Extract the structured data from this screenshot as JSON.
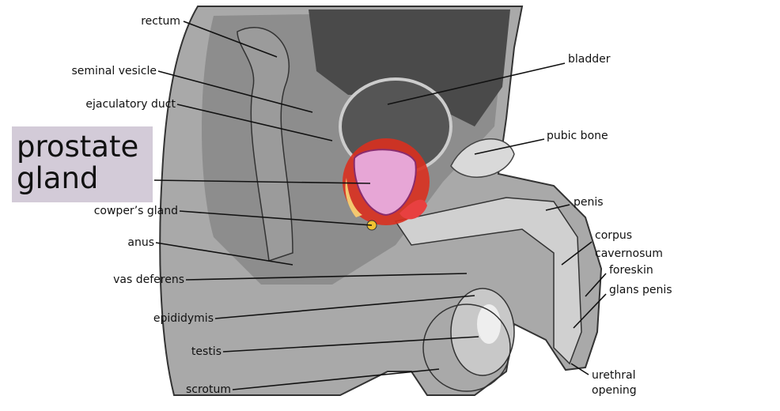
{
  "title_label": {
    "line1": "prostate",
    "line2": "gland"
  },
  "labels_left": {
    "rectum": "rectum",
    "seminal_vesicle": "seminal vesicle",
    "ejaculatory_duct": "ejaculatory duct",
    "cowpers_gland": "cowper’s gland",
    "anus": "anus",
    "vas_deferens": "vas deferens",
    "epididymis": "epididymis",
    "testis": "testis",
    "scrotum": "scrotum"
  },
  "labels_right": {
    "bladder": "bladder",
    "pubic_bone": "pubic bone",
    "penis": "penis",
    "corpus_1": "corpus",
    "corpus_2": "cavernosum",
    "foreskin": "foreskin",
    "glans_penis": "glans penis",
    "urethral_1": "urethral",
    "urethral_2": "opening"
  },
  "colors": {
    "highlight": "#d9301f",
    "prostate": "#e7a6d6",
    "box": "#d3cbd8"
  }
}
